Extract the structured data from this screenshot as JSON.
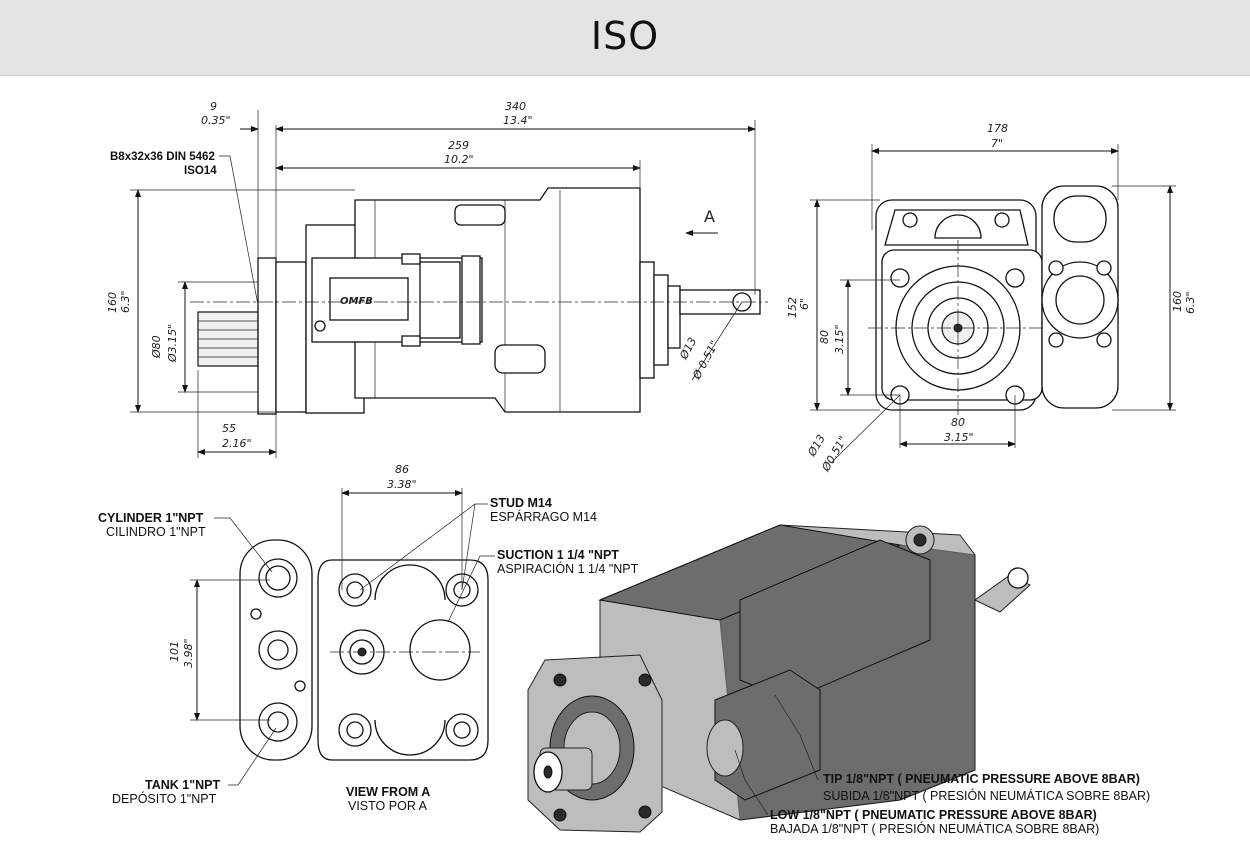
{
  "page": {
    "title": "ISO"
  },
  "side_view": {
    "label_spline_1": "B8x32x36 DIN 5462",
    "label_spline_2": "ISO14",
    "view_arrow": "A",
    "dims": {
      "d9_mm": "9",
      "d9_in": "0.35\"",
      "d340_mm": "340",
      "d340_in": "13.4\"",
      "d259_mm": "259",
      "d259_in": "10.2\"",
      "d160_mm": "160",
      "d160_in": "6.3\"",
      "d80_mm": "Ø80",
      "d80_in": "Ø3.15\"",
      "d13_mm": "Ø13",
      "d13_in": "Ø 0.51\"",
      "d55_mm": "55",
      "d55_in": "2.16\""
    }
  },
  "front_view": {
    "dims": {
      "d178_mm": "178",
      "d178_in": "7\"",
      "d152_mm": "152",
      "d152_in": "6\"",
      "d80v_mm": "80",
      "d80v_in": "3.15\"",
      "d160_mm": "160",
      "d160_in": "6.3\"",
      "d80h_mm": "80",
      "d80h_in": "3.15\"",
      "d13_mm": "Ø13",
      "d13_in": "Ø0.51\""
    }
  },
  "view_a": {
    "d86_mm": "86",
    "d86_in": "3.38\"",
    "d101_mm": "101",
    "d101_in": "3.98\"",
    "cylinder_en": "CYLINDER 1\"NPT",
    "cylinder_es": "CILINDRO 1\"NPT",
    "tank_en": "TANK 1\"NPT",
    "tank_es": "DEPÓSITO 1\"NPT",
    "stud_en": "STUD M14",
    "stud_es": "ESPÁRRAGO M14",
    "suction_en": "SUCTION 1 1/4 \"NPT",
    "suction_es": "ASPIRACIÓN 1 1/4 \"NPT",
    "view_en": "VIEW FROM A",
    "view_es": "VISTO POR A"
  },
  "iso_view": {
    "tip_en": "TIP 1/8\"NPT ( PNEUMATIC PRESSURE  ABOVE 8BAR)",
    "tip_es": "SUBIDA 1/8\"NPT ( PRESIÓN  NEUMÁTICA SOBRE  8BAR)",
    "low_en": "LOW 1/8\"NPT ( PNEUMATIC PRESSURE  ABOVE 8BAR)",
    "low_es": "BAJADA 1/8\"NPT ( PRESIÓN  NEUMÁTICA SOBRE  8BAR)"
  }
}
